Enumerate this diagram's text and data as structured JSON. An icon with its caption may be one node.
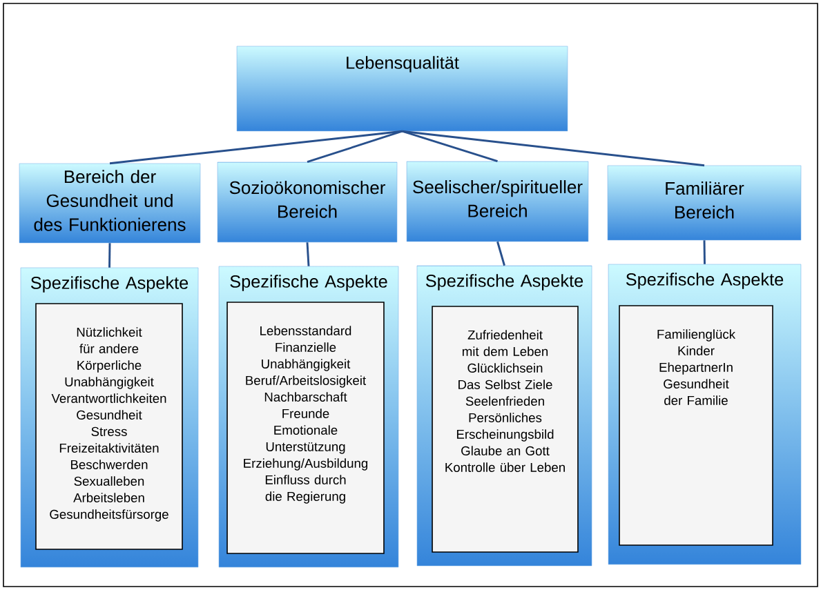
{
  "diagram": {
    "nodes": [
      {
        "text": [
          "Lebensqualität"
        ]
      },
      {
        "text": [
          "Bereich der Gesundheit und des Funktionierens"
        ]
      },
      {
        "text": [
          "Sozioökonomischer Bereich"
        ]
      },
      {
        "text": [
          "Seelischer/spiritueller Bereich"
        ]
      },
      {
        "text": [
          "Familiärer Bereich"
        ]
      },
      {
        "text": [
          "Spezifische Aspekte"
        ]
      },
      {
        "text": [
          "Nützlichkeit für andere",
          "Körperliche Unabhängigkeit",
          "Verantwortlichkeiten",
          "Gesundheit",
          "Stress",
          "Freizeitaktivitäten",
          "Beschwerden",
          "Sexualleben",
          "Arbeitsleben",
          "Gesundheitsfürsorge"
        ],
        "in": 5
      },
      {
        "text": [
          "Spezifische Aspekte"
        ]
      },
      {
        "text": [
          "Lebensstandard",
          "Finanzielle Unabhängigkeit",
          "Beruf/Arbeitslosigkeit",
          "Nachbarschaft",
          "Freunde",
          "Emotionale Unterstützung",
          "Erziehung/Ausbildung",
          "Einfluss durch die Regierung"
        ],
        "in": 7
      },
      {
        "text": [
          "Spezifische Aspekte"
        ]
      },
      {
        "text": [
          "Zufriedenheit mit dem Leben",
          "Glücklichsein",
          "Das Selbst Ziele",
          "Seelenfrieden",
          "Persönliches Erscheinungsbild",
          "Glaube an Gott",
          "Kontrolle über Leben"
        ],
        "in": 9
      },
      {
        "text": [
          "Spezifische Aspekte"
        ]
      },
      {
        "text": [
          "Familienglück",
          "Kinder",
          "EhepartnerIn",
          "Gesundheit der Familie"
        ],
        "in": 11
      }
    ],
    "edges": [
      {
        "from": 0,
        "to": 1,
        "arrow": "none"
      },
      {
        "from": 0,
        "to": 2,
        "arrow": "none"
      },
      {
        "from": 0,
        "to": 3,
        "arrow": "none"
      },
      {
        "from": 0,
        "to": 4,
        "arrow": "none"
      },
      {
        "from": 1,
        "to": 5,
        "arrow": "none"
      },
      {
        "from": 2,
        "to": 7,
        "arrow": "none"
      },
      {
        "from": 3,
        "to": 9,
        "arrow": "none"
      },
      {
        "from": 4,
        "to": 11,
        "arrow": "none"
      }
    ]
  }
}
